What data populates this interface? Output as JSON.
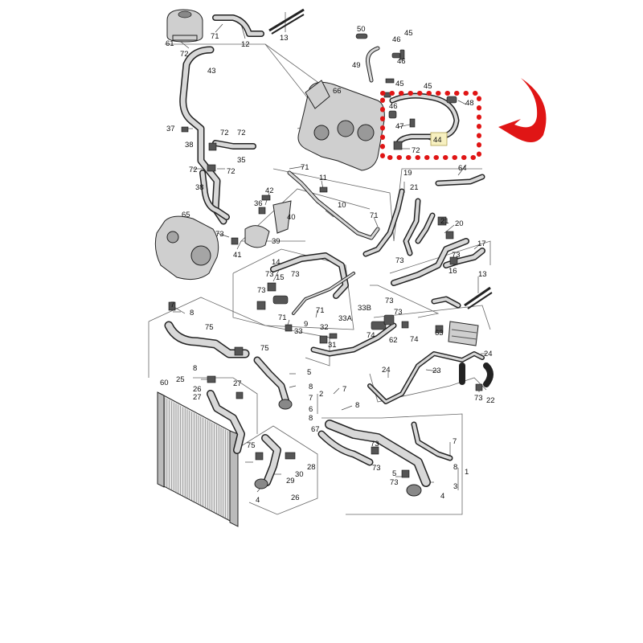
{
  "diagram": {
    "callouts": [
      {
        "id": "c61",
        "text": "61"
      },
      {
        "id": "c71a",
        "text": "71"
      },
      {
        "id": "c12",
        "text": "12"
      },
      {
        "id": "c13",
        "text": "13"
      },
      {
        "id": "c72a",
        "text": "72"
      },
      {
        "id": "c43",
        "text": "43"
      },
      {
        "id": "c50",
        "text": "50"
      },
      {
        "id": "c46a",
        "text": "46"
      },
      {
        "id": "c45a",
        "text": "45"
      },
      {
        "id": "c49",
        "text": "49"
      },
      {
        "id": "c46b",
        "text": "46"
      },
      {
        "id": "c45b",
        "text": "45"
      },
      {
        "id": "c45c",
        "text": "45"
      },
      {
        "id": "c66",
        "text": "66"
      },
      {
        "id": "c48",
        "text": "48"
      },
      {
        "id": "c46c",
        "text": "46"
      },
      {
        "id": "c47",
        "text": "47"
      },
      {
        "id": "c72b",
        "text": "72"
      },
      {
        "id": "c44",
        "text": "44"
      },
      {
        "id": "c37",
        "text": "37"
      },
      {
        "id": "c72c",
        "text": "72"
      },
      {
        "id": "c72d",
        "text": "72"
      },
      {
        "id": "c38a",
        "text": "38"
      },
      {
        "id": "c35",
        "text": "35"
      },
      {
        "id": "c72e",
        "text": "72"
      },
      {
        "id": "c72f",
        "text": "72"
      },
      {
        "id": "c38b",
        "text": "38"
      },
      {
        "id": "c71b",
        "text": "71"
      },
      {
        "id": "c11",
        "text": "11"
      },
      {
        "id": "c42",
        "text": "42"
      },
      {
        "id": "c10",
        "text": "10"
      },
      {
        "id": "c19",
        "text": "19"
      },
      {
        "id": "c21a",
        "text": "21"
      },
      {
        "id": "c64",
        "text": "64"
      },
      {
        "id": "c65",
        "text": "65"
      },
      {
        "id": "c36",
        "text": "36"
      },
      {
        "id": "c40",
        "text": "40"
      },
      {
        "id": "c73a",
        "text": "73"
      },
      {
        "id": "c39",
        "text": "39"
      },
      {
        "id": "c71c",
        "text": "71"
      },
      {
        "id": "c41",
        "text": "41"
      },
      {
        "id": "c21b",
        "text": "21"
      },
      {
        "id": "c20",
        "text": "20"
      },
      {
        "id": "c73b",
        "text": "73"
      },
      {
        "id": "c17",
        "text": "17"
      },
      {
        "id": "c14",
        "text": "14"
      },
      {
        "id": "c73c",
        "text": "73"
      },
      {
        "id": "c15",
        "text": "15"
      },
      {
        "id": "c73d",
        "text": "73"
      },
      {
        "id": "c16",
        "text": "16"
      },
      {
        "id": "c73e",
        "text": "73"
      },
      {
        "id": "c13b",
        "text": "13"
      },
      {
        "id": "c7a",
        "text": "7"
      },
      {
        "id": "c8a",
        "text": "8"
      },
      {
        "id": "c71d",
        "text": "71"
      },
      {
        "id": "c9",
        "text": "9"
      },
      {
        "id": "c33b",
        "text": "33B"
      },
      {
        "id": "c33a",
        "text": "33A"
      },
      {
        "id": "c73f",
        "text": "73"
      },
      {
        "id": "c73g",
        "text": "73"
      },
      {
        "id": "c73h",
        "text": "73"
      },
      {
        "id": "c71e",
        "text": "71"
      },
      {
        "id": "c33",
        "text": "33"
      },
      {
        "id": "c32",
        "text": "32"
      },
      {
        "id": "c74a",
        "text": "74"
      },
      {
        "id": "c62",
        "text": "62"
      },
      {
        "id": "c74b",
        "text": "74"
      },
      {
        "id": "c63",
        "text": "63"
      },
      {
        "id": "c75a",
        "text": "75"
      },
      {
        "id": "c75b",
        "text": "75"
      },
      {
        "id": "c31",
        "text": "31"
      },
      {
        "id": "c24a",
        "text": "24"
      },
      {
        "id": "c23",
        "text": "23"
      },
      {
        "id": "c24b",
        "text": "24"
      },
      {
        "id": "c73i",
        "text": "73"
      },
      {
        "id": "c22",
        "text": "22"
      },
      {
        "id": "c60",
        "text": "60"
      },
      {
        "id": "c25",
        "text": "25"
      },
      {
        "id": "c8b",
        "text": "8"
      },
      {
        "id": "c26a",
        "text": "26"
      },
      {
        "id": "c27a",
        "text": "27"
      },
      {
        "id": "c27b",
        "text": "27"
      },
      {
        "id": "c5a",
        "text": "5"
      },
      {
        "id": "c8c",
        "text": "8"
      },
      {
        "id": "c7b",
        "text": "7"
      },
      {
        "id": "c6",
        "text": "6"
      },
      {
        "id": "c8d",
        "text": "8"
      },
      {
        "id": "c2",
        "text": "2"
      },
      {
        "id": "c7c",
        "text": "7"
      },
      {
        "id": "c8e",
        "text": "8"
      },
      {
        "id": "c67",
        "text": "67"
      },
      {
        "id": "c73j",
        "text": "73"
      },
      {
        "id": "c7d",
        "text": "7"
      },
      {
        "id": "c75c",
        "text": "75"
      },
      {
        "id": "c73k",
        "text": "73"
      },
      {
        "id": "c30",
        "text": "30"
      },
      {
        "id": "c28",
        "text": "28"
      },
      {
        "id": "c29",
        "text": "29"
      },
      {
        "id": "c4a",
        "text": "4"
      },
      {
        "id": "c26b",
        "text": "26"
      },
      {
        "id": "c73l",
        "text": "73"
      },
      {
        "id": "c5b",
        "text": "5"
      },
      {
        "id": "c8f",
        "text": "8"
      },
      {
        "id": "c1",
        "text": "1"
      },
      {
        "id": "c3",
        "text": "3"
      },
      {
        "id": "c4b",
        "text": "4"
      }
    ],
    "highlight_color": "#e01515",
    "arrow_color": "#e01515",
    "highlighted_part": "44",
    "icon": "curved-arrow-icon"
  }
}
